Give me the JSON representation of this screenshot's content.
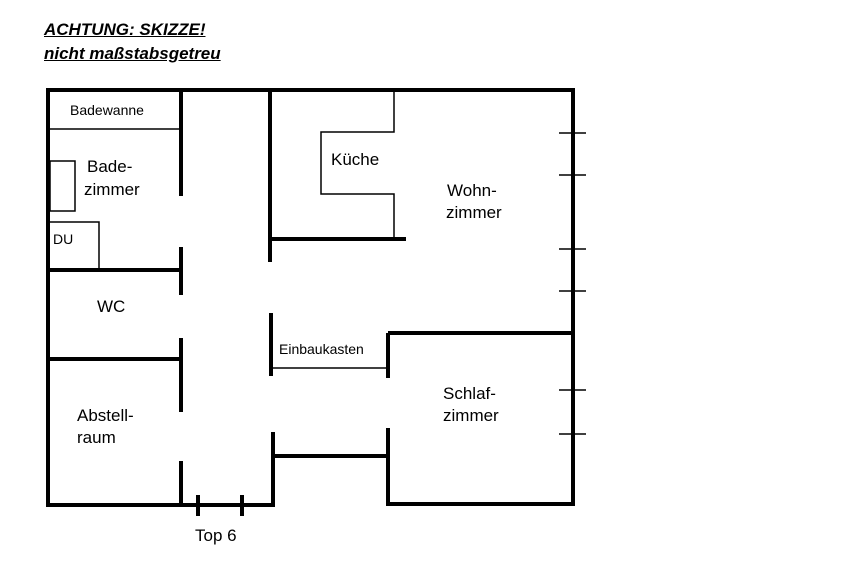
{
  "header": {
    "line1": "ACHTUNG: SKIZZE!",
    "line2": "nicht maßstabsgetreu"
  },
  "rooms": {
    "badewanne": "Badewanne",
    "badezimmer_1": "Bade-",
    "badezimmer_2": "zimmer",
    "du": "DU",
    "wc": "WC",
    "abstellraum_1": "Abstell-",
    "abstellraum_2": "raum",
    "kueche": "Küche",
    "wohnzimmer_1": "Wohn-",
    "wohnzimmer_2": "zimmer",
    "einbaukasten": "Einbaukasten",
    "schlafzimmer_1": "Schlaf-",
    "schlafzimmer_2": "zimmer"
  },
  "entrance": {
    "label": "Top 6"
  }
}
